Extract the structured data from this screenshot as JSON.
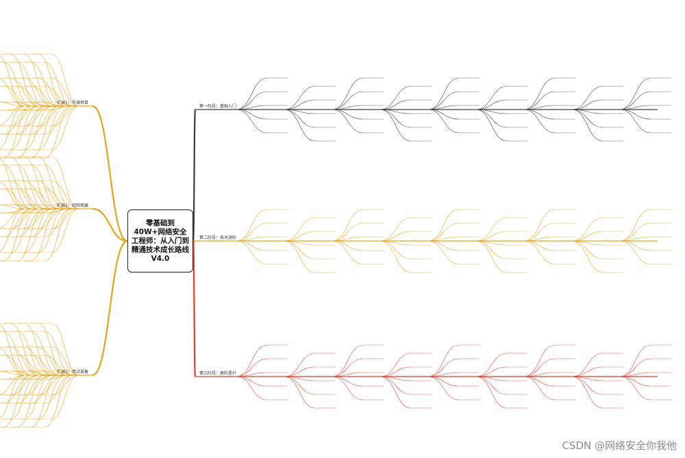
{
  "title": "零基础到40W+网络安全工程师：从入门到精通技术成长路线V4.0",
  "branches": [
    {
      "label": "第一阶段：基础入门",
      "color": "#3c3c3c"
    },
    {
      "label": "第二阶段：技术进阶",
      "color": "#e8a317"
    },
    {
      "label": "第三阶段：高阶提升",
      "color": "#e33b2e"
    },
    {
      "label": "扩展1：开源项目",
      "color": "#e8a317"
    },
    {
      "label": "扩展2：经验拓展",
      "color": "#e8a317"
    },
    {
      "label": "扩展3：面试准备",
      "color": "#e8a317"
    }
  ],
  "watermark": "CSDN @网络安全你我他"
}
